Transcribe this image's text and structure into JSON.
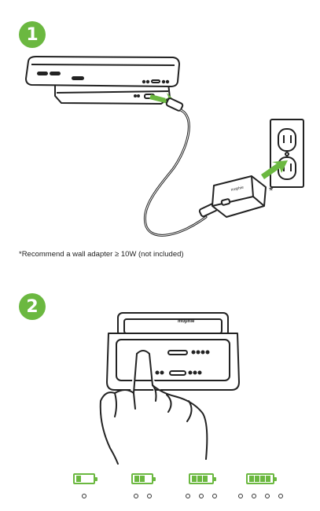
{
  "colors": {
    "accent": "#6bb840",
    "line": "#222222"
  },
  "step1": {
    "number": "1"
  },
  "step2": {
    "number": "2"
  },
  "asterisk": "*",
  "footnote": "*Recommend a wall adapter ≥ 10W (not included)",
  "brand_label": "mophie",
  "icons": [
    "phone-on-charger-illustration",
    "usb-cable-illustration",
    "wall-adapter-icon",
    "wall-outlet-icon",
    "arrow-icon",
    "finger-press-illustration",
    "battery-icon"
  ],
  "battery_levels": [
    {
      "filled_bars": 1,
      "indicator_dots": 1
    },
    {
      "filled_bars": 2,
      "indicator_dots": 2
    },
    {
      "filled_bars": 3,
      "indicator_dots": 3
    },
    {
      "filled_bars": 4,
      "indicator_dots": 4
    }
  ]
}
